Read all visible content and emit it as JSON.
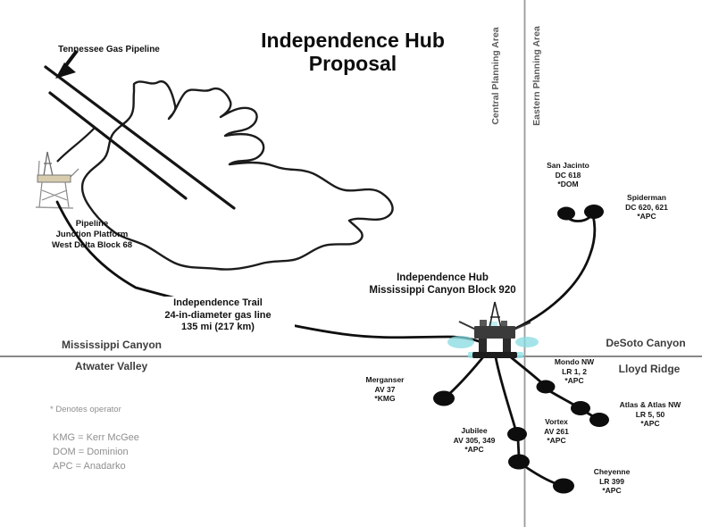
{
  "title": "Independence Hub\nProposal",
  "labels": {
    "tennessee": "Tennessee Gas Pipeline",
    "junction": [
      "Pipeline",
      "Junction Platform",
      "West Delta Block 68"
    ],
    "trail": [
      "Independence Trail",
      "24-in-diameter gas line",
      "135 mi (217 km)"
    ],
    "hub": [
      "Independence Hub",
      "Mississippi Canyon Block 920"
    ],
    "planning_left": "Central Planning Area",
    "planning_right": "Eastern Planning Area",
    "region_nw": "Mississippi Canyon",
    "region_sw": "Atwater Valley",
    "region_ne": "DeSoto Canyon",
    "region_se": "Lloyd Ridge"
  },
  "fields": [
    {
      "name": "San Jacinto",
      "blocks": "DC 618",
      "operator": "*DOM"
    },
    {
      "name": "Spiderman",
      "blocks": "DC 620, 621",
      "operator": "*APC"
    },
    {
      "name": "Merganser",
      "blocks": "AV 37",
      "operator": "*KMG"
    },
    {
      "name": "Mondo NW",
      "blocks": "LR 1, 2",
      "operator": "*APC"
    },
    {
      "name": "Atlas & Atlas NW",
      "blocks": "LR 5, 50",
      "operator": "*APC"
    },
    {
      "name": "Vortex",
      "blocks": "AV 261",
      "operator": "*APC"
    },
    {
      "name": "Jubilee",
      "blocks": "AV 305, 349",
      "operator": "*APC"
    },
    {
      "name": "Cheyenne",
      "blocks": "LR 399",
      "operator": "*APC"
    }
  ],
  "legend": {
    "note": "* Denotes operator",
    "entries": [
      "KMG = Kerr McGee",
      "DOM = Dominion",
      "APC = Anadarko"
    ]
  },
  "colors": {
    "ink": "#1a1a1a",
    "boundary_horizontal": "#606060",
    "boundary_vertical": "#9a9a9a",
    "legend_gray": "#8f8f8f",
    "hub_highlight_cyan": "#86dbe2"
  }
}
